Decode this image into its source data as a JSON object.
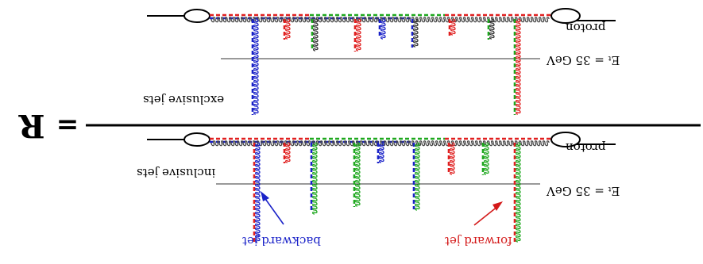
{
  "equation": {
    "lhs_symbol": "R",
    "equals": "="
  },
  "numerator": {
    "beam_label": "proton",
    "threshold_label": "Eₜ = 35 GeV",
    "region_label": "exclusive jets"
  },
  "denominator": {
    "beam_label": "proton",
    "threshold_label": "Eₜ = 35 GeV",
    "region_label": "inclusive jets",
    "backward_jet_label": "backward jet",
    "forward_jet_label": "forward jet"
  },
  "colors": {
    "red": "#e02020",
    "green": "#1fa81f",
    "blue": "#1a22c8",
    "black": "#000000"
  }
}
